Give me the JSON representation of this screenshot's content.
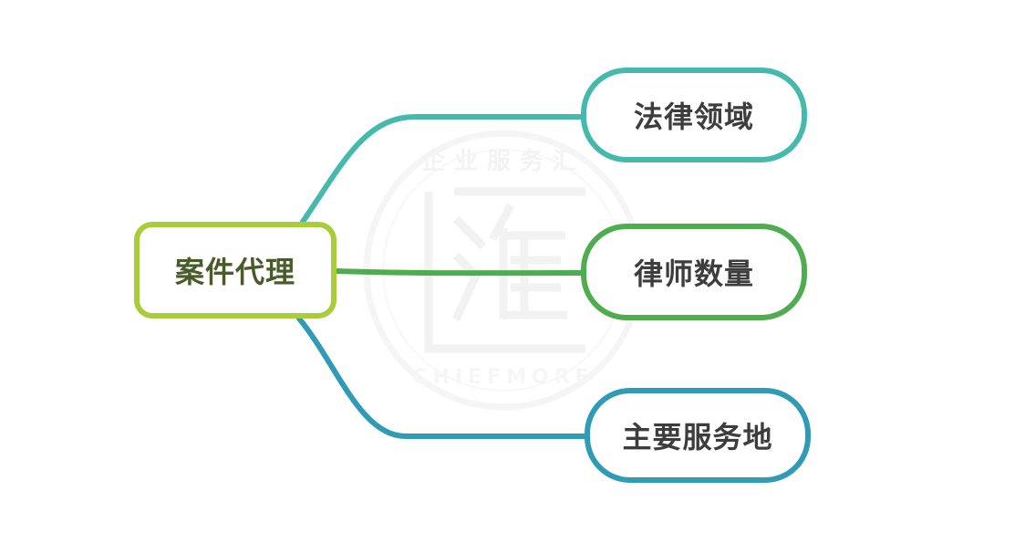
{
  "mindmap": {
    "root": {
      "label": "案件代理",
      "color": "#a8cc3a"
    },
    "branches": [
      {
        "label": "法律领域",
        "color": "#45b9ae"
      },
      {
        "label": "律师数量",
        "color": "#4fad4f"
      },
      {
        "label": "主要服务地",
        "color": "#2f9bb4"
      }
    ]
  },
  "watermark": {
    "top_text": "企业服务汇",
    "bottom_text": "CHIEFMORE",
    "emblem": "汇"
  }
}
